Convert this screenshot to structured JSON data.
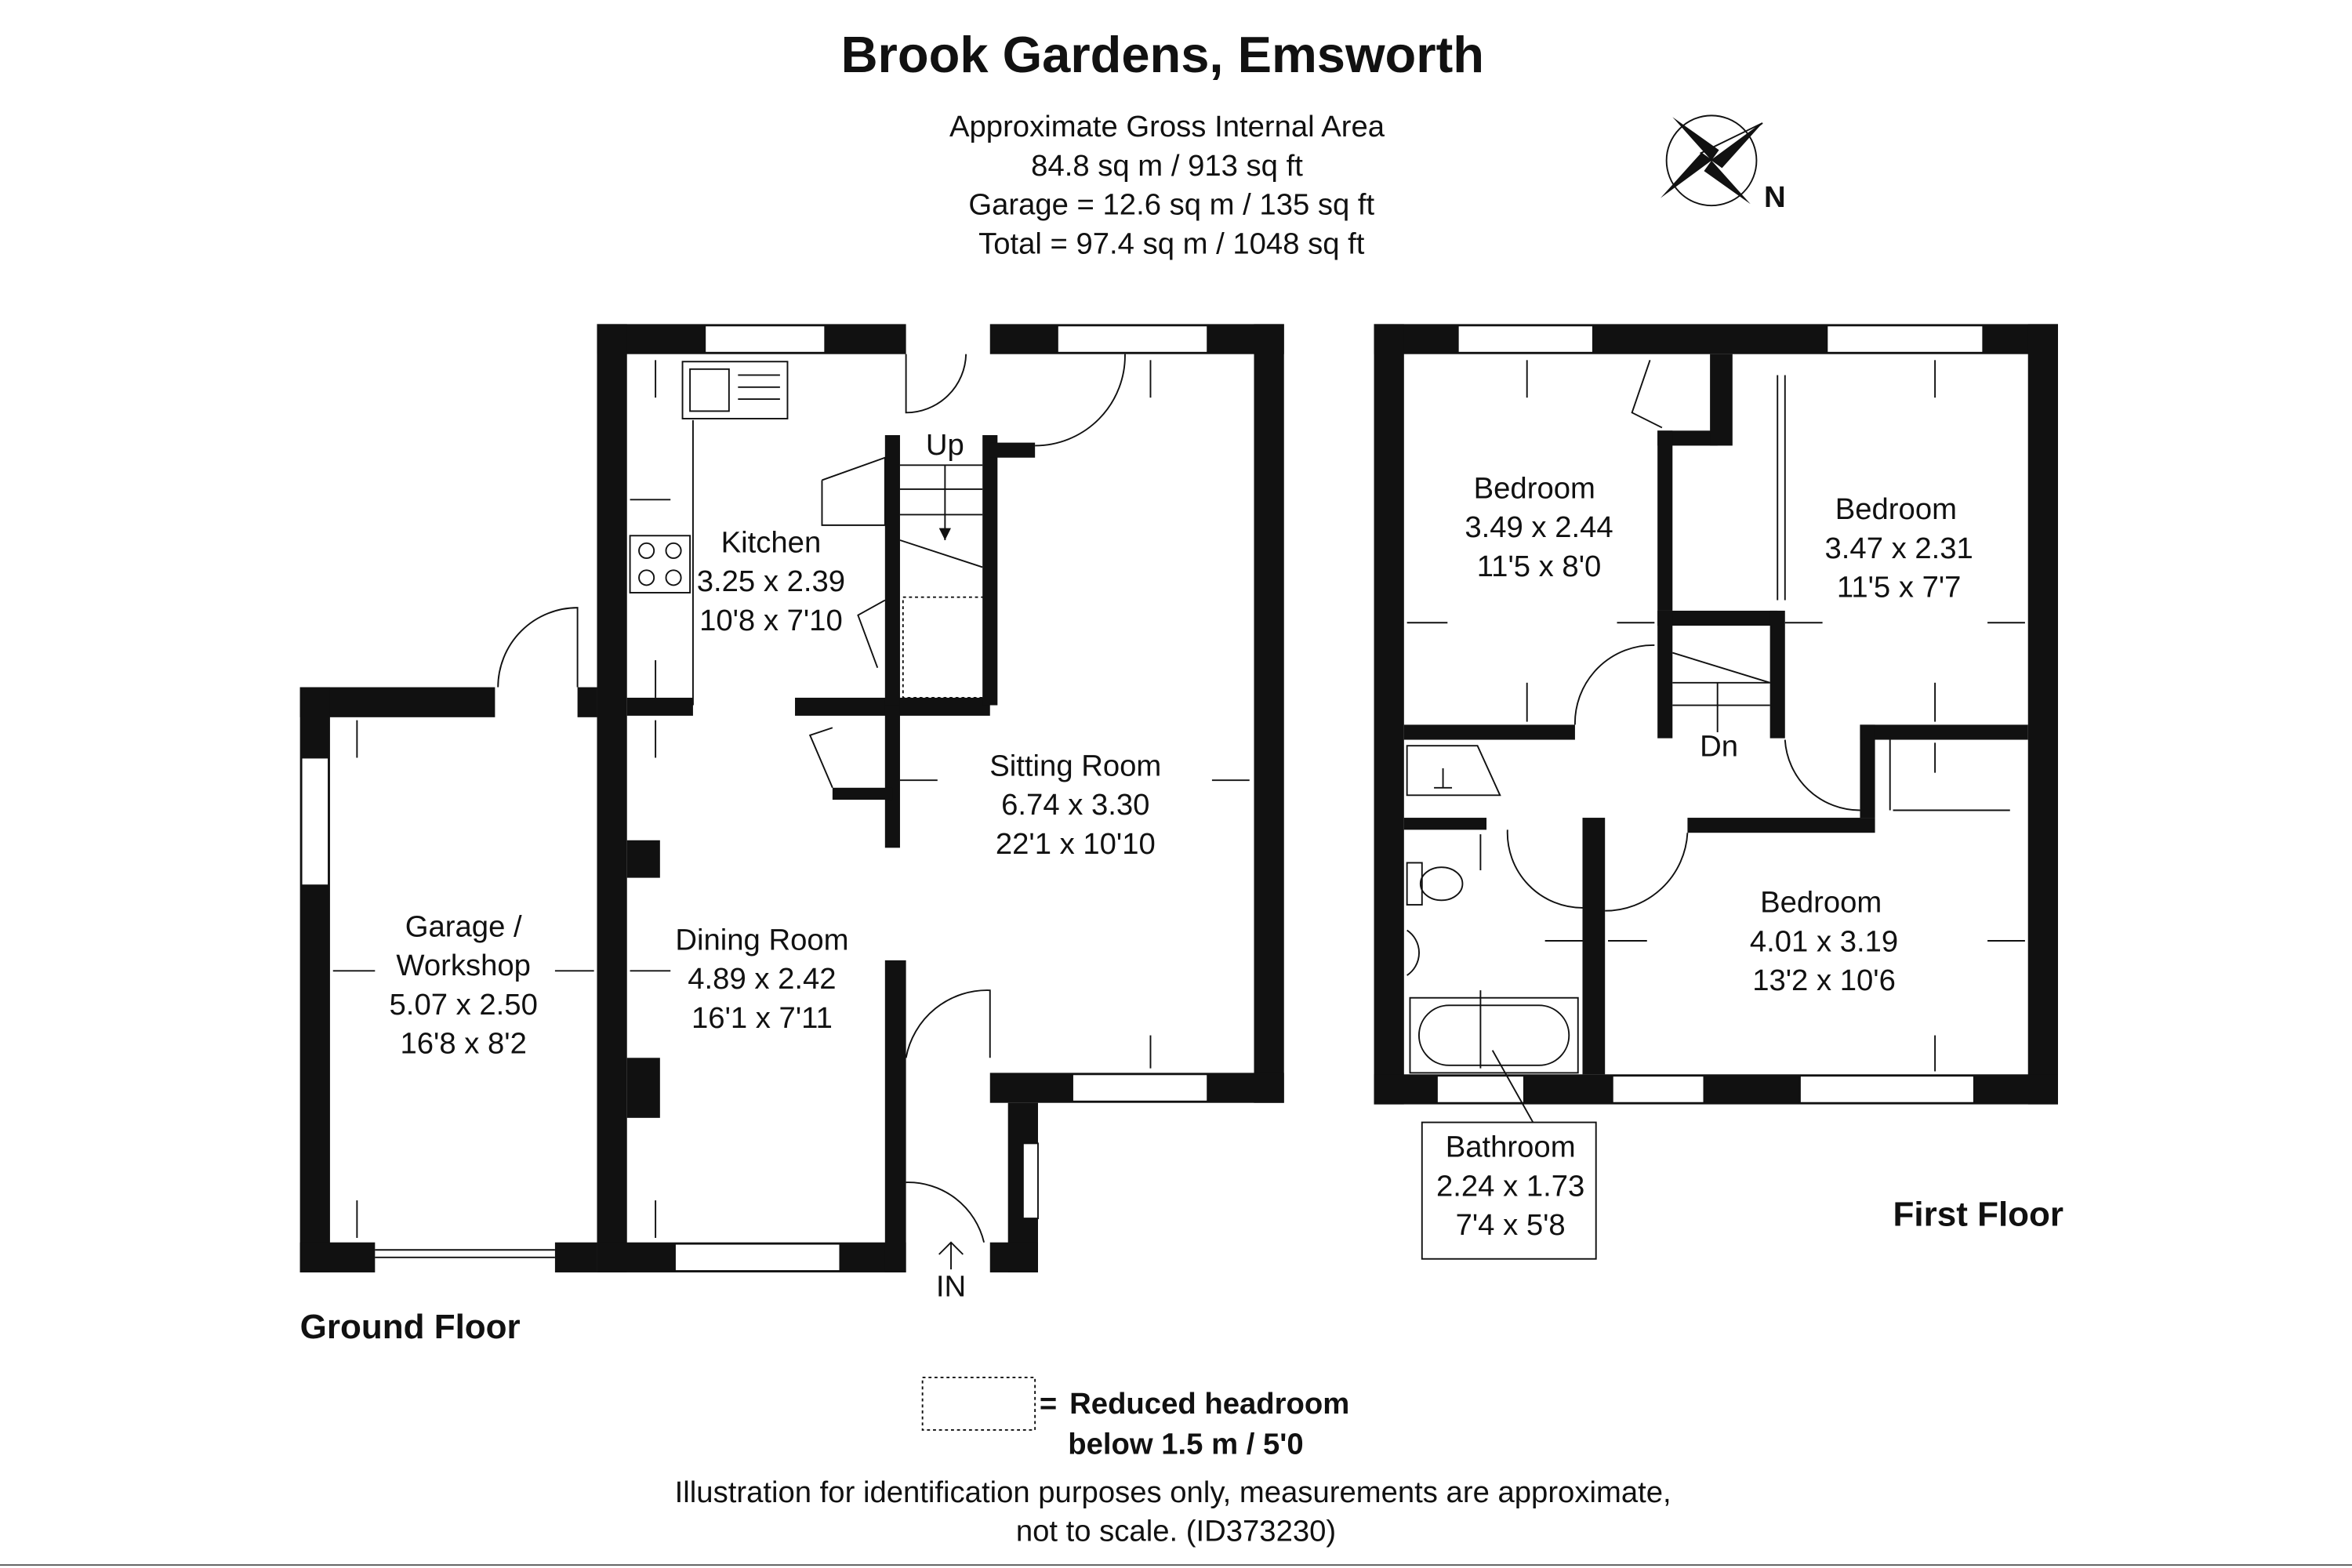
{
  "header": {
    "title": "Brook Gardens, Emsworth",
    "area_lines": [
      "Approximate Gross Internal Area",
      "84.8 sq m / 913 sq ft",
      "Garage = 12.6 sq m / 135 sq ft",
      "Total = 97.4 sq m / 1048 sq ft"
    ],
    "compass_label": "N"
  },
  "ground_floor": {
    "label": "Ground Floor",
    "stairs_label": "Up",
    "entrance_label": "IN",
    "rooms": [
      {
        "name": "Kitchen",
        "metric": "3.25 x 2.39",
        "imperial": "10'8 x 7'10"
      },
      {
        "name": "Sitting Room",
        "metric": "6.74 x 3.30",
        "imperial": "22'1 x 10'10"
      },
      {
        "name": "Dining Room",
        "metric": "4.89 x 2.42",
        "imperial": "16'1 x 7'11"
      },
      {
        "name": "Garage /",
        "name2": "Workshop",
        "metric": "5.07 x 2.50",
        "imperial": "16'8 x 8'2"
      }
    ]
  },
  "first_floor": {
    "label": "First Floor",
    "stairs_label": "Dn",
    "rooms": [
      {
        "name": "Bedroom",
        "metric": "3.49 x 2.44",
        "imperial": "11'5 x 8'0"
      },
      {
        "name": "Bedroom",
        "metric": "3.47 x 2.31",
        "imperial": "11'5 x 7'7"
      },
      {
        "name": "Bedroom",
        "metric": "4.01 x 3.19",
        "imperial": "13'2 x 10'6"
      },
      {
        "name": "Bathroom",
        "metric": "2.24 x 1.73",
        "imperial": "7'4 x 5'8"
      }
    ]
  },
  "legend": {
    "symbol": "=",
    "line1": "Reduced headroom",
    "line2": "below 1.5 m / 5'0"
  },
  "footer": {
    "line1": "Illustration for identification purposes only, measurements are approximate,",
    "line2": "not to scale.  (ID373230)"
  }
}
